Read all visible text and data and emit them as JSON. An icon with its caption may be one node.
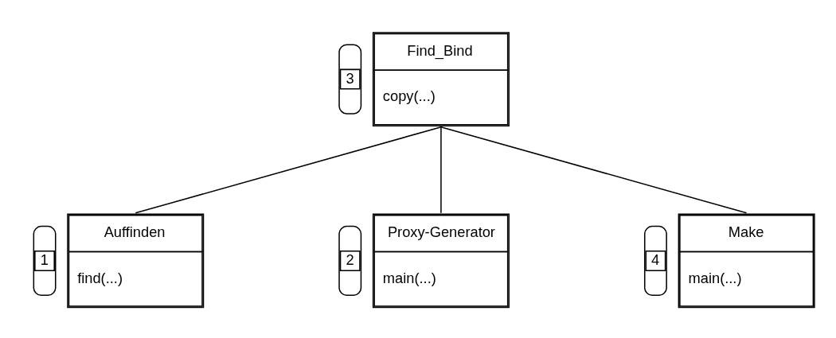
{
  "diagram": {
    "nodes": [
      {
        "text": [
          "Find_Bind",
          "copy(...)"
        ],
        "beside": [
          "3"
        ]
      },
      {
        "text": [
          "Auffinden",
          "find(...)"
        ],
        "beside": [
          "1"
        ]
      },
      {
        "text": [
          "Proxy-Generator",
          "main(...)"
        ],
        "beside": [
          "2"
        ]
      },
      {
        "text": [
          "Make",
          "main(...)"
        ],
        "beside": [
          "4"
        ]
      }
    ],
    "edges": [
      {
        "from": 0,
        "to": 1,
        "arrow": "none"
      },
      {
        "from": 0,
        "to": 2,
        "arrow": "none"
      },
      {
        "from": 0,
        "to": 3,
        "arrow": "none"
      }
    ]
  }
}
